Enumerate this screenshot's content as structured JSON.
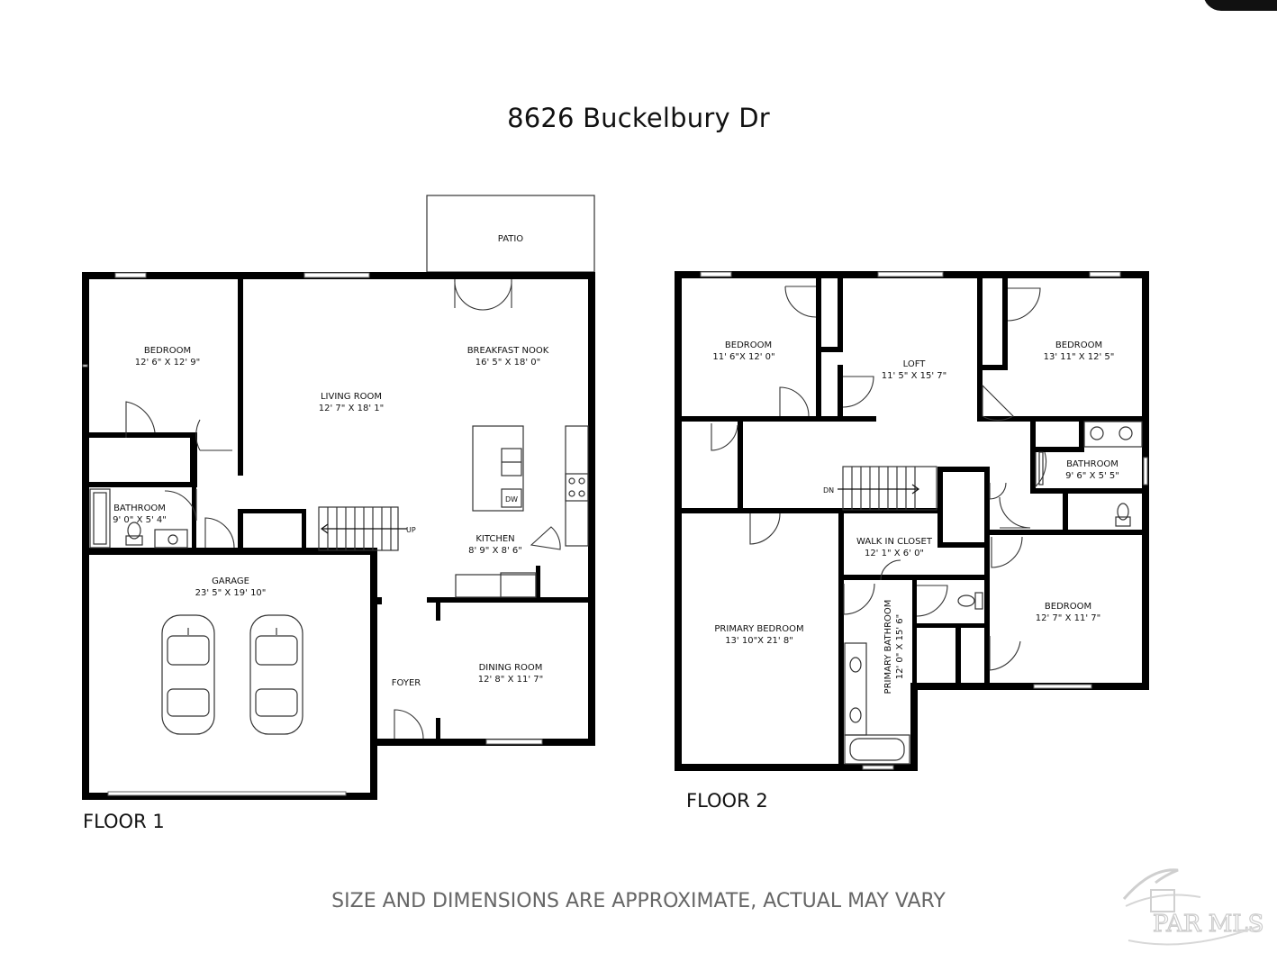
{
  "title": "8626 Buckelbury Dr",
  "floors": [
    {
      "label": "FLOOR 1",
      "rooms": [
        {
          "name": "BEDROOM",
          "dims": "12' 6\" X 12' 9\""
        },
        {
          "name": "LIVING ROOM",
          "dims": "12' 7\" X 18' 1\""
        },
        {
          "name": "BREAKFAST NOOK",
          "dims": "16' 5\" X 18' 0\""
        },
        {
          "name": "BATHROOM",
          "dims": "9' 0\" X 5' 4\""
        },
        {
          "name": "KITCHEN",
          "dims": "8' 9\" X 8' 6\""
        },
        {
          "name": "GARAGE",
          "dims": "23' 5\" X 19' 10\""
        },
        {
          "name": "DINING ROOM",
          "dims": "12' 8\" X 11' 7\""
        }
      ],
      "labels": {
        "patio": "PATIO",
        "foyer": "FOYER",
        "up": "UP",
        "dishwasher": "DW"
      }
    },
    {
      "label": "FLOOR 2",
      "rooms": [
        {
          "name": "BEDROOM",
          "dims": "11' 6\"X 12' 0\""
        },
        {
          "name": "LOFT",
          "dims": "11' 5\" X 15' 7\""
        },
        {
          "name": "BEDROOM",
          "dims": "13' 11\" X 12' 5\""
        },
        {
          "name": "BATHROOM",
          "dims": "9' 6\" X 5' 5\""
        },
        {
          "name": "WALK IN CLOSET",
          "dims": "12' 1\" X 6' 0\""
        },
        {
          "name": "PRIMARY BEDROOM",
          "dims": "13' 10\"X 21' 8\""
        },
        {
          "name": "PRIMARY BATHROOM",
          "dims": "12' 0\" X 15' 6\""
        },
        {
          "name": "BEDROOM",
          "dims": "12' 7\" X 11' 7\""
        }
      ],
      "labels": {
        "down": "DN"
      }
    }
  ],
  "disclaimer": "SIZE AND DIMENSIONS ARE APPROXIMATE, ACTUAL MAY VARY",
  "watermark": "PAR MLS"
}
